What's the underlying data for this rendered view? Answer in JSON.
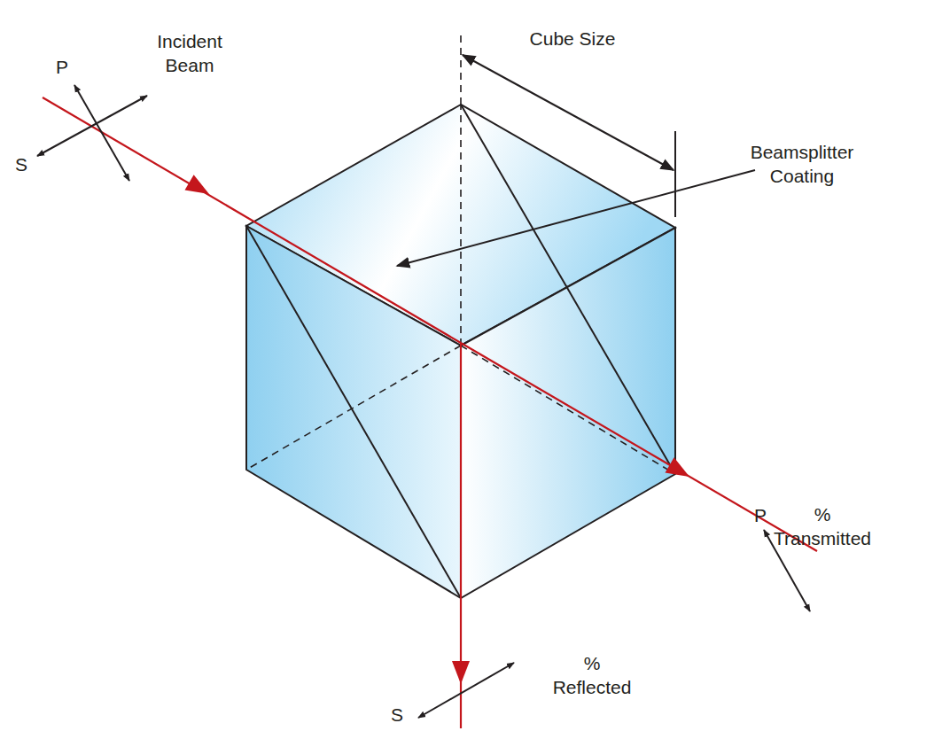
{
  "diagram": {
    "labels": [
      "P",
      "S",
      "Incident Beam",
      "Cube Size",
      "Beamsplitter Coating",
      "P",
      "% Transmitted",
      "S",
      "% Reflected"
    ]
  }
}
